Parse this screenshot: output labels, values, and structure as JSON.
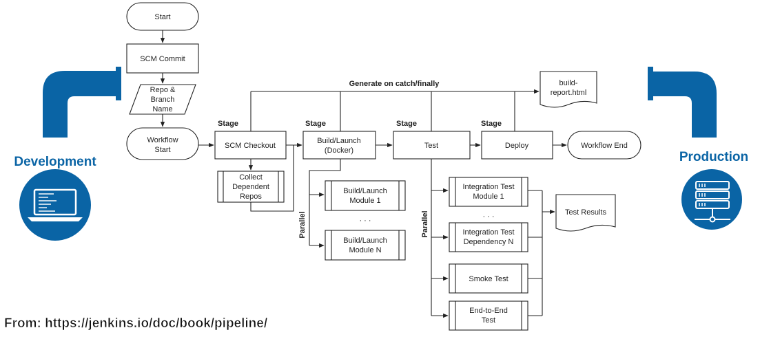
{
  "colors": {
    "accent": "#0a64a5",
    "line": "#222222",
    "box_fill": "#ffffff"
  },
  "left_panel": {
    "label": "Development",
    "icons": [
      "pipe-elbow-icon",
      "laptop-icon"
    ]
  },
  "right_panel": {
    "label": "Production",
    "icons": [
      "pipe-elbow-icon",
      "server-icon"
    ]
  },
  "nodes": {
    "start": [
      "Start"
    ],
    "scm_commit": [
      "SCM Commit"
    ],
    "repo_branch": [
      "Repo &",
      "Branch",
      "Name"
    ],
    "workflow_start": [
      "Workflow",
      "Start"
    ],
    "scm_checkout": [
      "SCM Checkout"
    ],
    "collect_repos": [
      "Collect",
      "Dependent",
      "Repos"
    ],
    "build_launch": [
      "Build/Launch",
      "(Docker)"
    ],
    "test": [
      "Test"
    ],
    "deploy": [
      "Deploy"
    ],
    "workflow_end": [
      "Workflow End"
    ],
    "build_report": [
      "build-",
      "report.html"
    ],
    "build_module_1": [
      "Build/Launch",
      "Module 1"
    ],
    "build_module_n": [
      "Build/Launch",
      "Module N"
    ],
    "integration_module_1": [
      "Integration Test",
      "Module 1"
    ],
    "integration_dependency_n": [
      "Integration Test",
      "Dependency N"
    ],
    "smoke_test": [
      "Smoke Test"
    ],
    "end_to_end_test": [
      "End-to-End",
      "Test"
    ],
    "test_results": [
      "Test Results"
    ]
  },
  "stage_labels": [
    "Stage",
    "Stage",
    "Stage",
    "Stage"
  ],
  "parallel_labels": [
    "Parallel",
    "Parallel"
  ],
  "ellipsis": "· · ·",
  "catch_label": "Generate on catch/finally",
  "source_credit": "From: https://jenkins.io/doc/book/pipeline/"
}
